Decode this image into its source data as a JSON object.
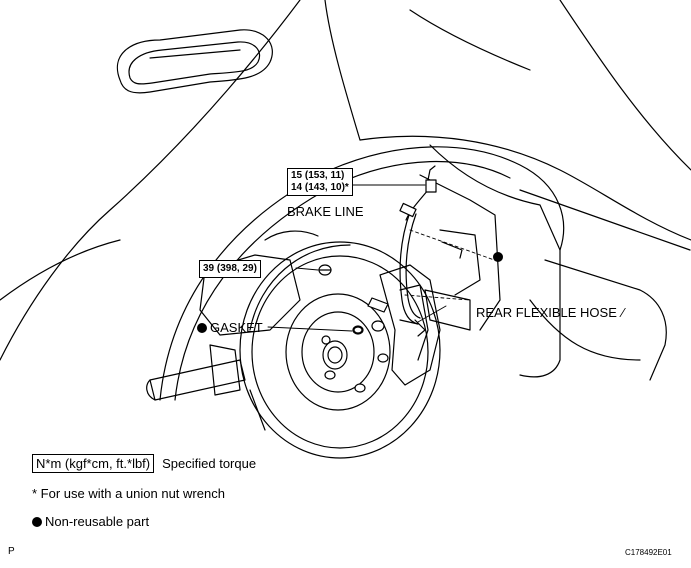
{
  "labels": {
    "torque_brake_line_1": "15 (153, 11)",
    "torque_brake_line_2": "14 (143, 10)*",
    "brake_line": "BRAKE LINE",
    "torque_bolt": "39 (398, 29)",
    "rear_flexible_hose": "REAR FLEXIBLE HOSE",
    "gasket": "GASKET"
  },
  "legend": {
    "torque_unit": "N*m (kgf*cm, ft.*lbf)",
    "torque_desc": "Specified torque",
    "union_note": "* For use with a union nut wrench",
    "non_reusable": "Non-reusable part"
  },
  "footer": {
    "corner_letter": "P",
    "figure_id": "C178492E01"
  }
}
